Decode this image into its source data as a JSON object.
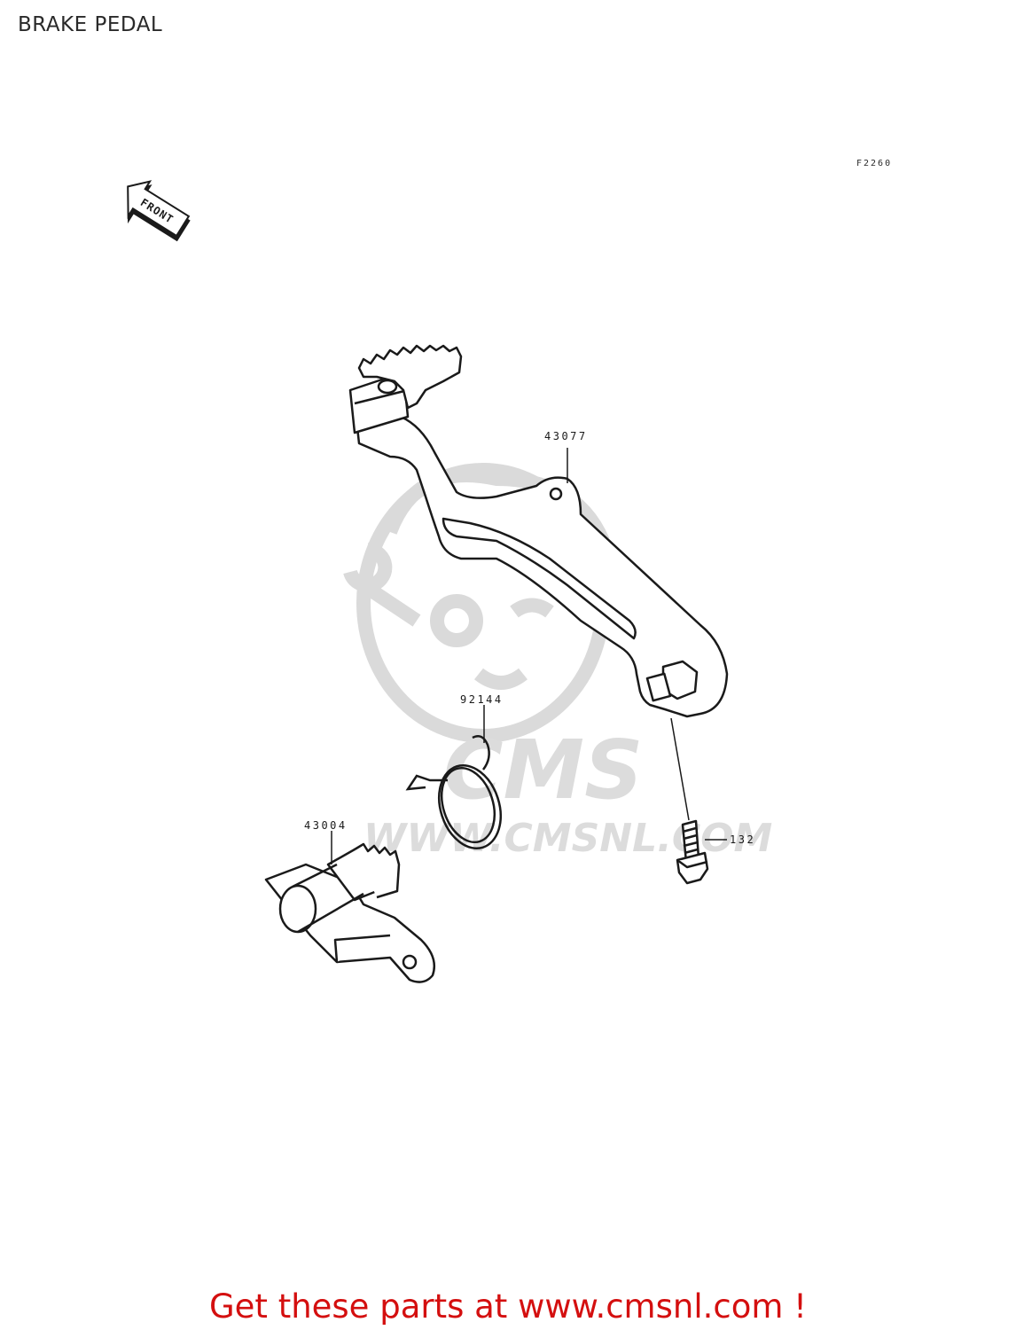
{
  "title": "BRAKE PEDAL",
  "figure_code": "F2260",
  "front_arrow_label": "FRONT",
  "watermark": {
    "brand": "CMS",
    "url": "WWW.CMSNL.COM",
    "color": "#d6d6d6"
  },
  "parts": [
    {
      "number": "43077",
      "name": "brake pedal"
    },
    {
      "number": "92144",
      "name": "spring"
    },
    {
      "number": "43004",
      "name": "pedal shaft"
    },
    {
      "number": "132",
      "name": "bolt"
    }
  ],
  "footer": {
    "text": "Get these parts at www.cmsnl.com !",
    "color": "#d40f0f"
  },
  "line_color": "#1a1a1a"
}
